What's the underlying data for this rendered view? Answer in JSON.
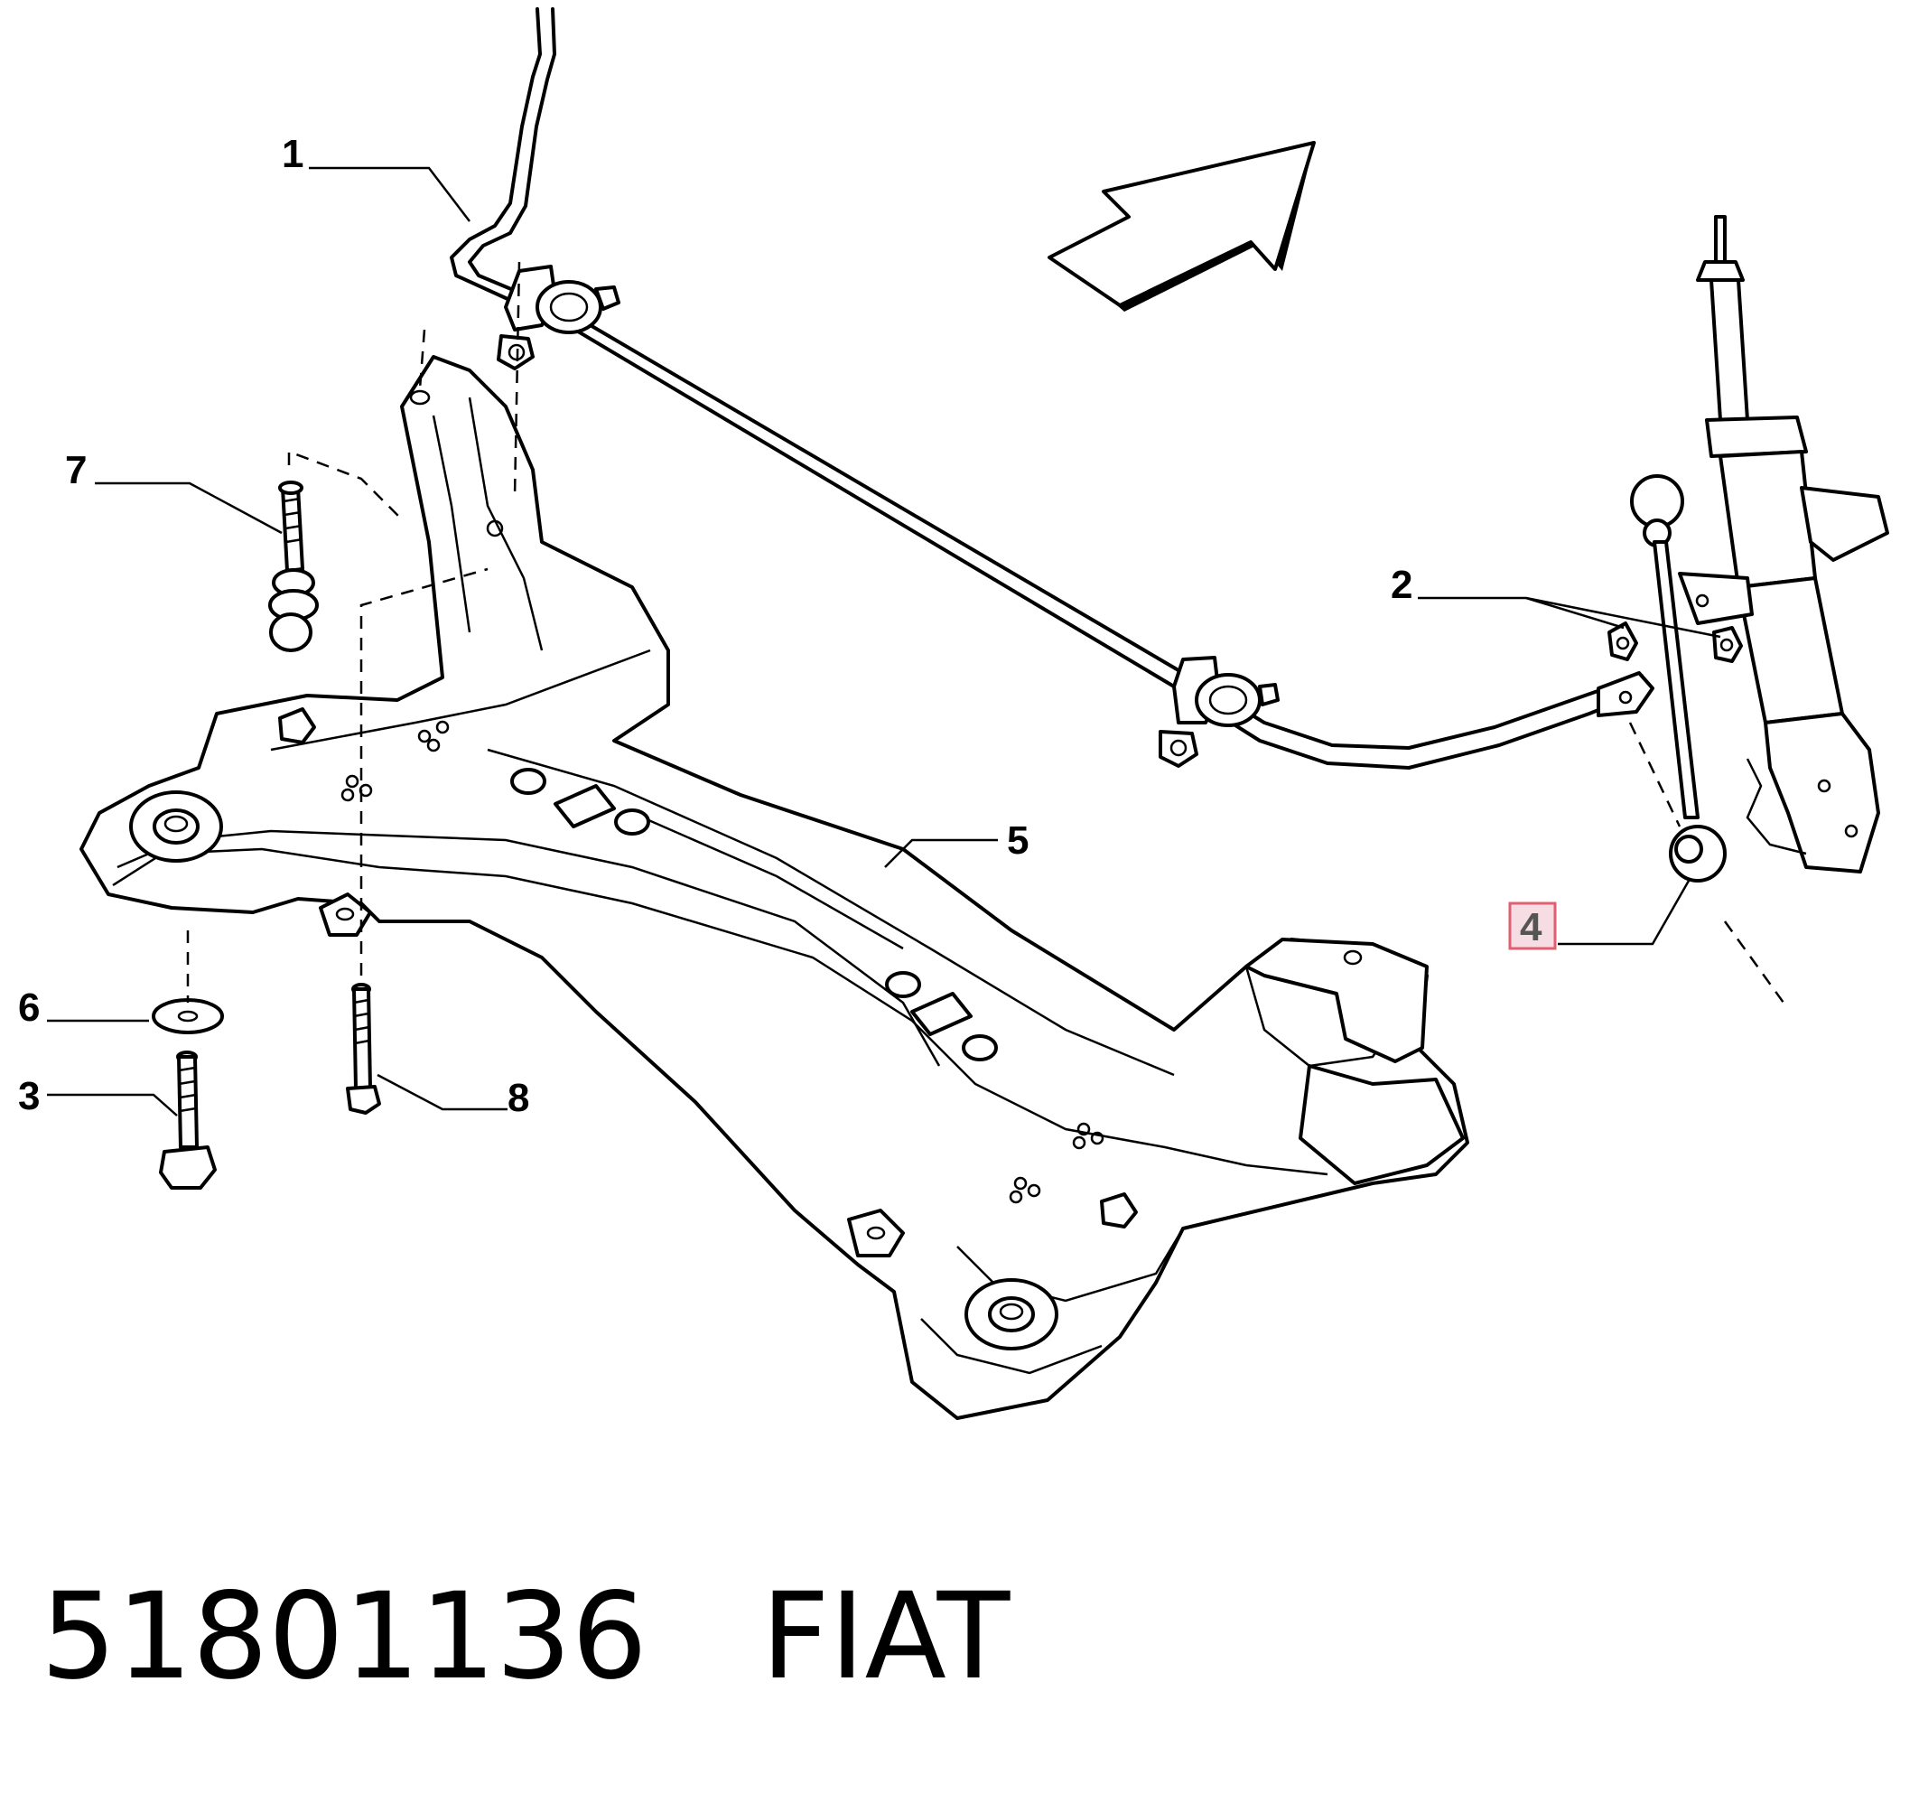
{
  "callouts": [
    {
      "id": "1",
      "label": "1"
    },
    {
      "id": "2",
      "label": "2"
    },
    {
      "id": "3",
      "label": "3"
    },
    {
      "id": "4",
      "label": "4",
      "highlighted": true
    },
    {
      "id": "5",
      "label": "5"
    },
    {
      "id": "6",
      "label": "6"
    },
    {
      "id": "7",
      "label": "7"
    },
    {
      "id": "8",
      "label": "8"
    }
  ],
  "caption": {
    "part_number": "51801136",
    "brand": "FIAT"
  },
  "colors": {
    "highlight_box": "#e06070",
    "highlight_fill": "#f6dde3",
    "line": "#000000"
  },
  "icons": [
    "direction-arrow-icon"
  ]
}
